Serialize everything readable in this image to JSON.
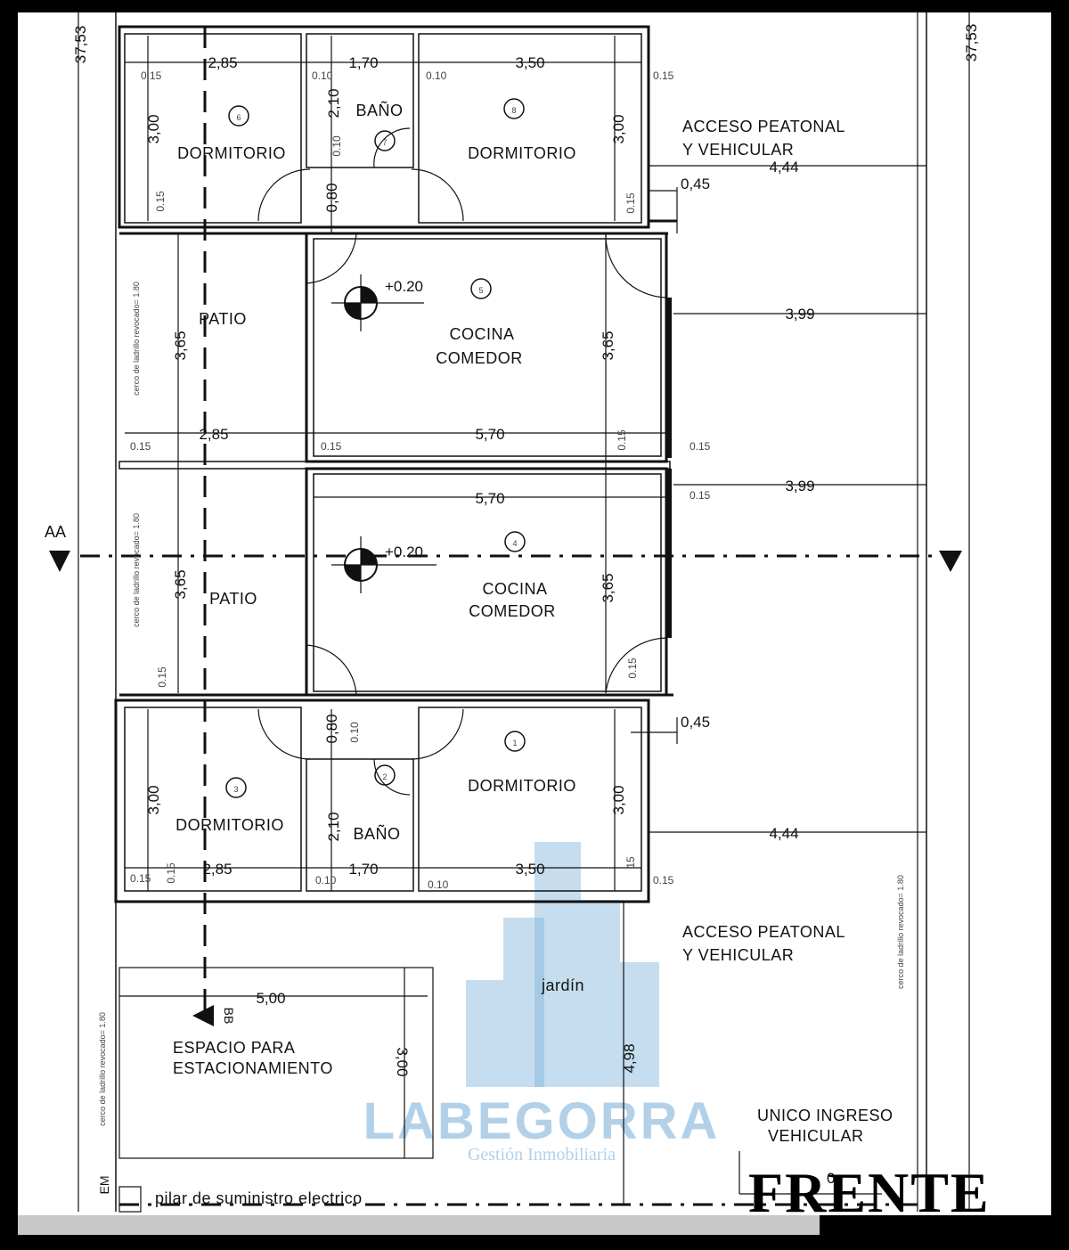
{
  "plan": {
    "rooms": {
      "r6": {
        "name": "DORMITORIO",
        "num": "6"
      },
      "banio_top": {
        "name": "BAÑO",
        "num": "7"
      },
      "r8": {
        "name": "DORMITORIO",
        "num": "8"
      },
      "patio_top": {
        "name": "PATIO"
      },
      "r5": {
        "name_line1": "COCINA",
        "name_line2": "COMEDOR",
        "num": "5",
        "level": "+0.20"
      },
      "patio_bottom": {
        "name": "PATIO"
      },
      "r4": {
        "name_line1": "COCINA",
        "name_line2": "COMEDOR",
        "num": "4",
        "level": "+0.20"
      },
      "r3": {
        "name": "DORMITORIO",
        "num": "3"
      },
      "banio_bottom": {
        "name": "BAÑO",
        "num": "2"
      },
      "r1": {
        "name": "DORMITORIO",
        "num": "1"
      }
    },
    "dims": {
      "w_2_85": "2,85",
      "w_1_70": "1,70",
      "w_3_50": "3,50",
      "h_3_00": "3,00",
      "h_2_10": "2,10",
      "d_0_80": "0,80",
      "h_3_65": "3,65",
      "w_5_70": "5,70",
      "side_4_44": "4,44",
      "side_0_45": "0,45",
      "side_3_99": "3,99",
      "total_37_53": "37,53",
      "park_5_00": "5,00",
      "park_3_00": "3,00",
      "garden_4_98": "4,98",
      "t_0_15": "0.15",
      "t_0_10": "0.10",
      "t_15": "15",
      "t_0_": "0"
    },
    "labels": {
      "acceso_line1": "ACCESO PEATONAL",
      "acceso_line2": "Y VEHICULAR",
      "parking_line1": "ESPACIO PARA",
      "parking_line2": "ESTACIONAMIENTO",
      "ingreso_line1": "UNICO INGRESO",
      "ingreso_line2": "VEHICULAR",
      "jardin": "jardín",
      "pilar": "pilar de suministro electrico",
      "em": "EM",
      "section_aa": "AA",
      "section_bb": "BB",
      "cerco": "cerco de ladrillo revocado= 1.80",
      "frente": "FRENTE"
    },
    "watermark": {
      "brand": "LABEGORRA",
      "tagline": "Gestión Inmobiliaria",
      "color": "#7fb3d9"
    }
  }
}
